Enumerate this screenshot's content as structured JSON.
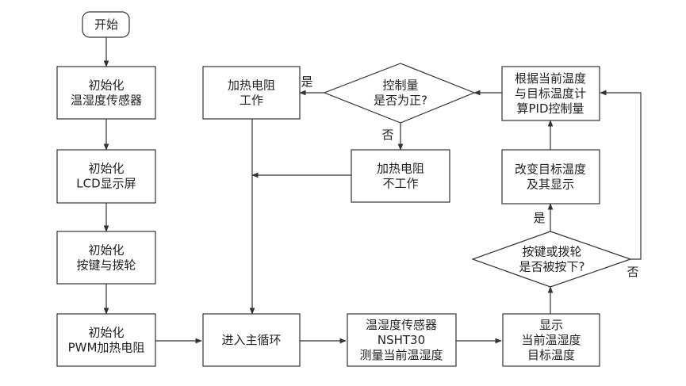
{
  "nodes": {
    "start": {
      "lines": [
        "开始"
      ]
    },
    "init_sensor": {
      "lines": [
        "初始化",
        "温湿度传感器"
      ]
    },
    "init_lcd": {
      "lines": [
        "初始化",
        "LCD显示屏"
      ]
    },
    "init_keys": {
      "lines": [
        "初始化",
        "按键与拨轮"
      ]
    },
    "init_pwm": {
      "lines": [
        "初始化",
        "PWM加热电阻"
      ]
    },
    "main_loop": {
      "lines": [
        "进入主循环"
      ]
    },
    "measure": {
      "lines": [
        "温湿度传感器",
        "NSHT30",
        "测量当前温湿度"
      ]
    },
    "display": {
      "lines": [
        "显示",
        "当前温湿度",
        "目标温度"
      ]
    },
    "key_check": {
      "lines": [
        "按键或拨轮",
        "是否被按下?"
      ]
    },
    "change_target": {
      "lines": [
        "改变目标温度",
        "及其显示"
      ]
    },
    "compute_pid": {
      "lines": [
        "根据当前温度",
        "与目标温度计",
        "算PID控制量"
      ]
    },
    "control_check": {
      "lines": [
        "控制量",
        "是否为正?"
      ]
    },
    "heater_on": {
      "lines": [
        "加热电阻",
        "工作"
      ]
    },
    "heater_off": {
      "lines": [
        "加热电阻",
        "不工作"
      ]
    }
  },
  "edge_labels": {
    "control_yes": "是",
    "control_no": "否",
    "key_yes": "是",
    "key_no": "否"
  }
}
